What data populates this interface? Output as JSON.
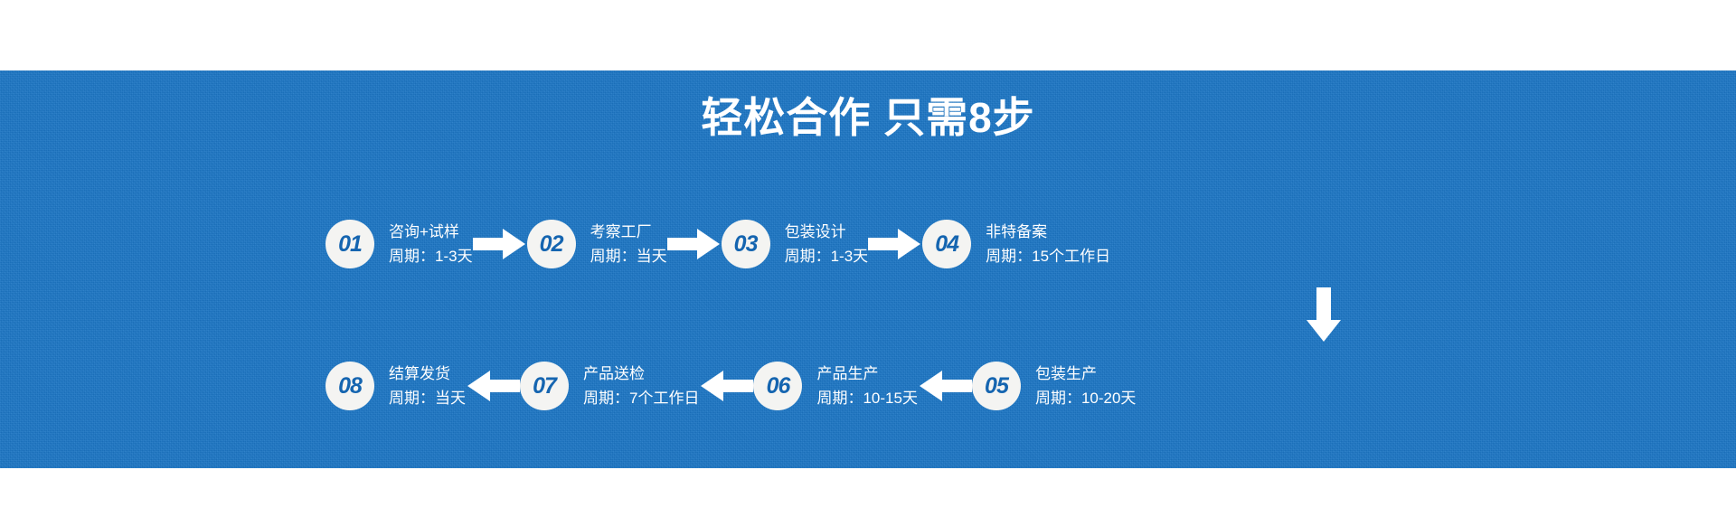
{
  "banner": {
    "background_color": "#1c76c5",
    "text_color": "#ffffff"
  },
  "title": "轻松合作 只需8步",
  "badge": {
    "fill_color": "#f4f4f2",
    "number_color": "#1565b0"
  },
  "rows": [
    {
      "id": "row-top",
      "direction": "right",
      "steps": [
        {
          "number": "01",
          "name": "咨询+试样",
          "cycle": "周期：1-3天"
        },
        {
          "number": "02",
          "name": "考察工厂",
          "cycle": "周期：当天"
        },
        {
          "number": "03",
          "name": "包装设计",
          "cycle": "周期：1-3天"
        },
        {
          "number": "04",
          "name": "非特备案",
          "cycle": "周期：15个工作日"
        }
      ]
    },
    {
      "id": "row-bottom",
      "direction": "left",
      "steps": [
        {
          "number": "08",
          "name": "结算发货",
          "cycle": "周期：当天"
        },
        {
          "number": "07",
          "name": "产品送检",
          "cycle": "周期：7个工作日"
        },
        {
          "number": "06",
          "name": "产品生产",
          "cycle": "周期：10-15天"
        },
        {
          "number": "05",
          "name": "包装生产",
          "cycle": "周期：10-20天"
        }
      ]
    }
  ],
  "connectors": {
    "top_row_arrows": [
      "arrow-right-icon",
      "arrow-right-icon",
      "arrow-right-icon"
    ],
    "vertical": "arrow-down-icon",
    "bottom_row_arrows": [
      "arrow-left-icon",
      "arrow-left-icon",
      "arrow-left-icon"
    ]
  }
}
